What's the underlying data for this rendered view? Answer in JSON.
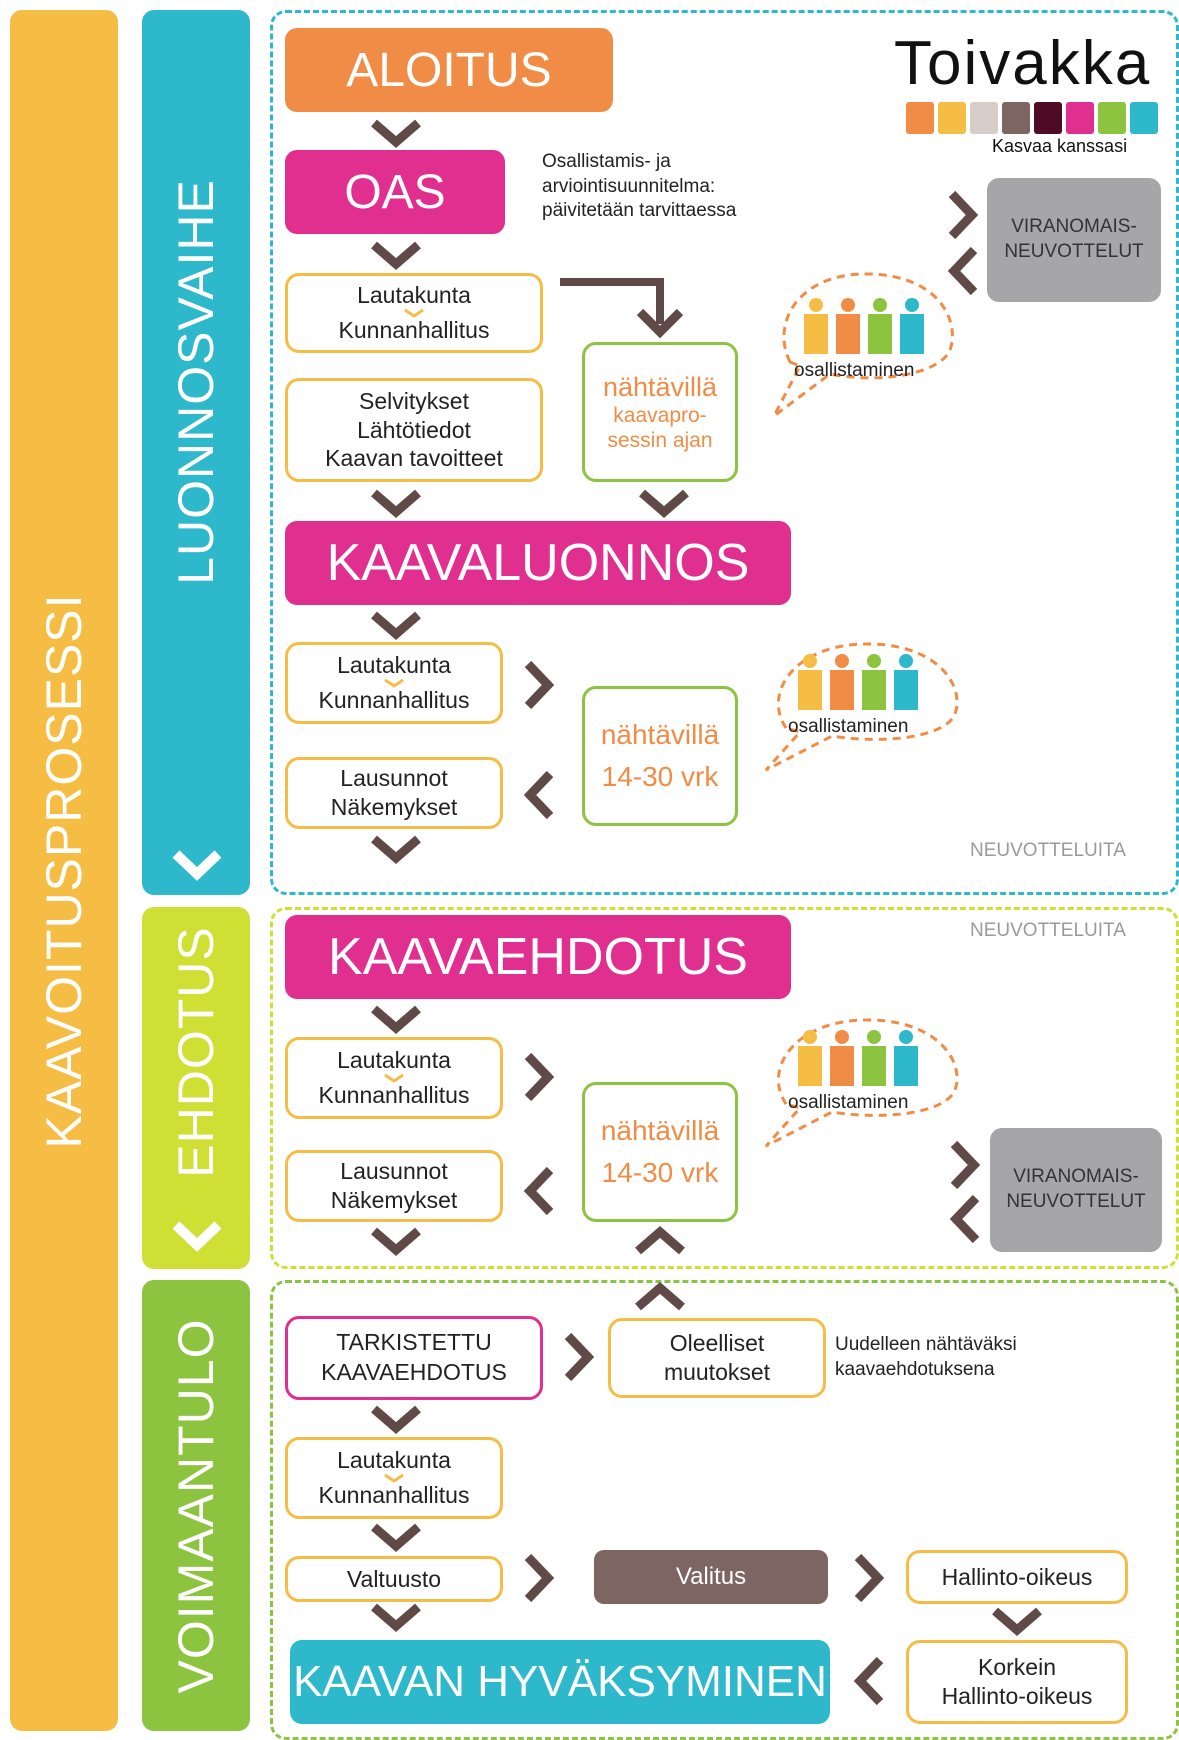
{
  "sidebar": {
    "process_label": "KAAVOITUSPROSESSI",
    "phases": {
      "luonnos": "LUONNOSVAIHE",
      "ehdotus": "EHDOTUS",
      "voimaantulo": "VOIMAANTULO"
    }
  },
  "logo": {
    "name": "Toivakka",
    "tagline": "Kasvaa kanssasi",
    "swatches": [
      "#f08c45",
      "#f5bd43",
      "#d7cdc8",
      "#7d6562",
      "#4f0a24",
      "#e02f8f",
      "#8cc43f",
      "#2db8cc"
    ]
  },
  "luonnos": {
    "aloitus": "ALOITUS",
    "oas": "OAS",
    "oas_note": [
      "Osallistamis- ja",
      "arviointisuunnitelma:",
      "päivitetään tarvittaessa"
    ],
    "lautakunta": "Lautakunta",
    "kunnanhallitus": "Kunnanhallitus",
    "selvitykset": [
      "Selvitykset",
      "Lähtötiedot",
      "Kaavan tavoitteet"
    ],
    "nahtavilla_title": "nähtävillä",
    "nahtavilla_sub": [
      "kaavapro-",
      "sessin ajan"
    ],
    "viranomais": [
      "VIRANOMAIS-",
      "NEUVOTTELUT"
    ],
    "osallistaminen": "osallistaminen",
    "kaavaluonnos": "KAAVALUONNOS",
    "lautakunta2": "Lautakunta",
    "kunnanhallitus2": "Kunnanhallitus",
    "nahtavilla2_title": "nähtävillä",
    "nahtavilla2_sub": "14-30 vrk",
    "osallistaminen2": "osallistaminen",
    "lausunnot": [
      "Lausunnot",
      "Näkemykset"
    ],
    "neuvotteluita": "NEUVOTTELUITA"
  },
  "ehdotus": {
    "neuvotteluita": "NEUVOTTELUITA",
    "kaavaehdotus": "KAAVAEHDOTUS",
    "lautakunta": "Lautakunta",
    "kunnanhallitus": "Kunnanhallitus",
    "nahtavilla_title": "nähtävillä",
    "nahtavilla_sub": "14-30 vrk",
    "osallistaminen": "osallistaminen",
    "lausunnot": [
      "Lausunnot",
      "Näkemykset"
    ],
    "viranomais": [
      "VIRANOMAIS-",
      "NEUVOTTELUT"
    ]
  },
  "voimaantulo": {
    "tarkistettu": [
      "TARKISTETTU",
      "KAAVAEHDOTUS"
    ],
    "oleelliset": [
      "Oleelliset",
      "muutokset"
    ],
    "uudelleen_note": [
      "Uudelleen nähtäväksi",
      "kaavaehdotuksena"
    ],
    "lautakunta": "Lautakunta",
    "kunnanhallitus": "Kunnanhallitus",
    "valtuusto": "Valtuusto",
    "valitus": "Valitus",
    "hallinto_oikeus": "Hallinto-oikeus",
    "korkein": [
      "Korkein",
      "Hallinto-oikeus"
    ],
    "hyvaksyminen": "KAAVAN HYVÄKSYMINEN"
  }
}
